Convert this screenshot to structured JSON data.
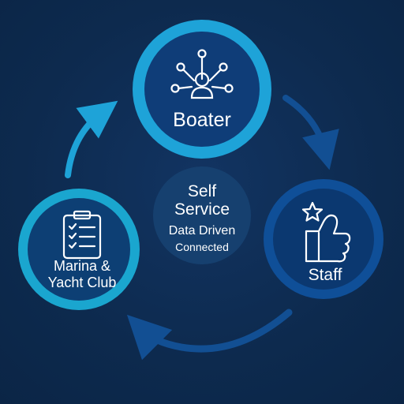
{
  "nodes": {
    "boater": {
      "label": "Boater",
      "icon": "network-person-icon",
      "ring_color": "#1ea3d8",
      "fill_color": "#0f3d78"
    },
    "staff": {
      "label": "Staff",
      "icon": "thumbs-up-star-icon",
      "ring_color": "#0f4f98",
      "fill_color": "#0b3870"
    },
    "marina": {
      "label_line1": "Marina &",
      "label_line2": "Yacht Club",
      "icon": "clipboard-checklist-icon",
      "ring_color": "#1aa6cf",
      "fill_color": "#0d3f74"
    }
  },
  "center": {
    "line1": "Self",
    "line2": "Service",
    "line3": "Data Driven",
    "line4": "Connected",
    "fill_color": "#16406f"
  },
  "colors": {
    "background": "#0d2a4e",
    "arrow_light": "#1ea3d8",
    "arrow_dark": "#124f93",
    "text": "#ffffff"
  }
}
